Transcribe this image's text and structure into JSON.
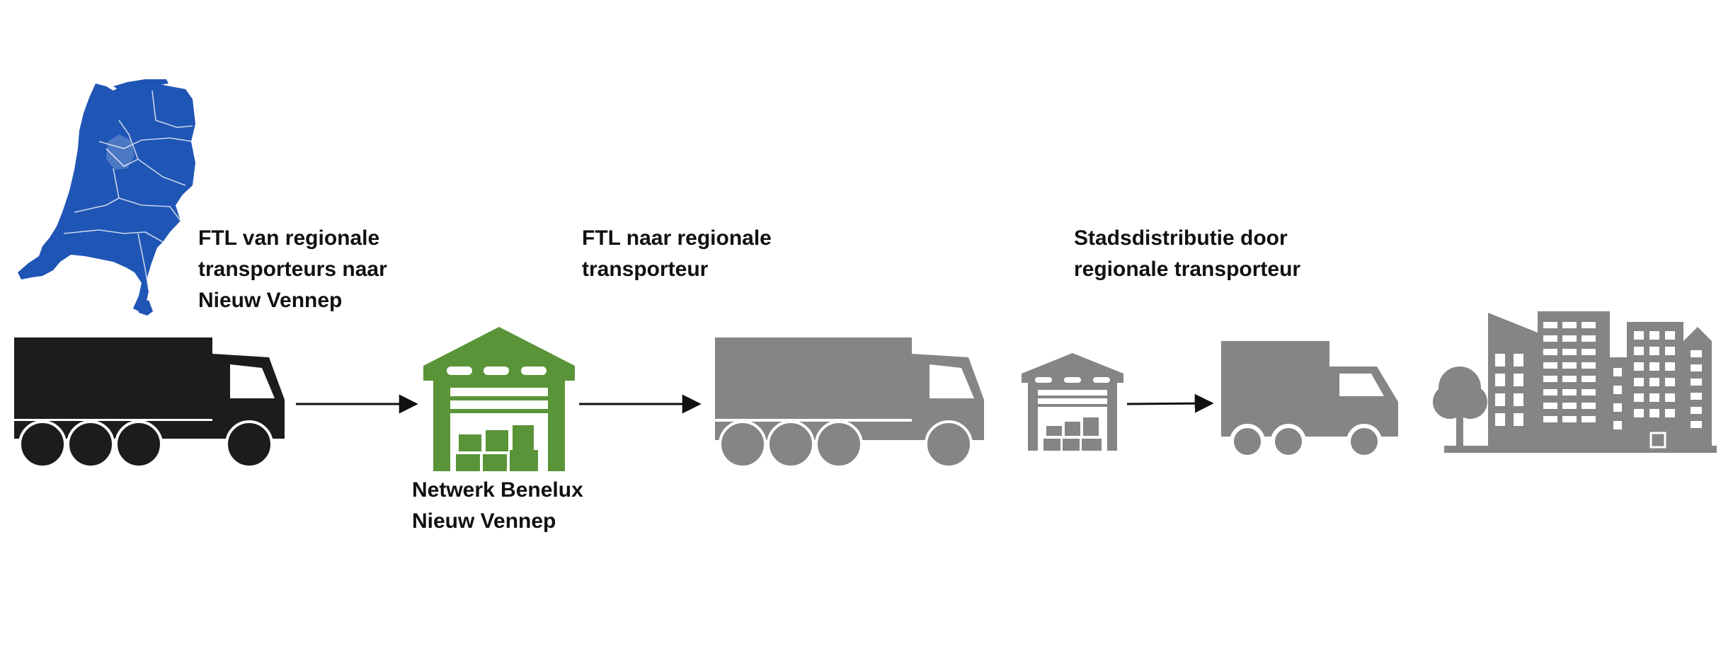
{
  "captions": {
    "step1": [
      "FTL van regionale",
      "transporteurs naar",
      "Nieuw Vennep"
    ],
    "step2": [
      "FTL naar regionale",
      "transporteur"
    ],
    "step3": [
      "Stadsdistributie door",
      "regionale transporteur"
    ],
    "hub": [
      "Netwerk Benelux",
      "Nieuw Vennep"
    ]
  },
  "colors": {
    "map": "#1f55b5",
    "truck_primary": "#1c1c1c",
    "warehouse_hub": "#5a9438",
    "secondary": "#858585",
    "arrow": "#111111"
  },
  "icons": {
    "map": "netherlands-map-icon",
    "truck1": "semi-truck-icon",
    "hub": "warehouse-icon",
    "truck2": "semi-truck-icon",
    "depot": "small-warehouse-icon",
    "truck3": "delivery-truck-icon",
    "city": "city-skyline-icon"
  }
}
